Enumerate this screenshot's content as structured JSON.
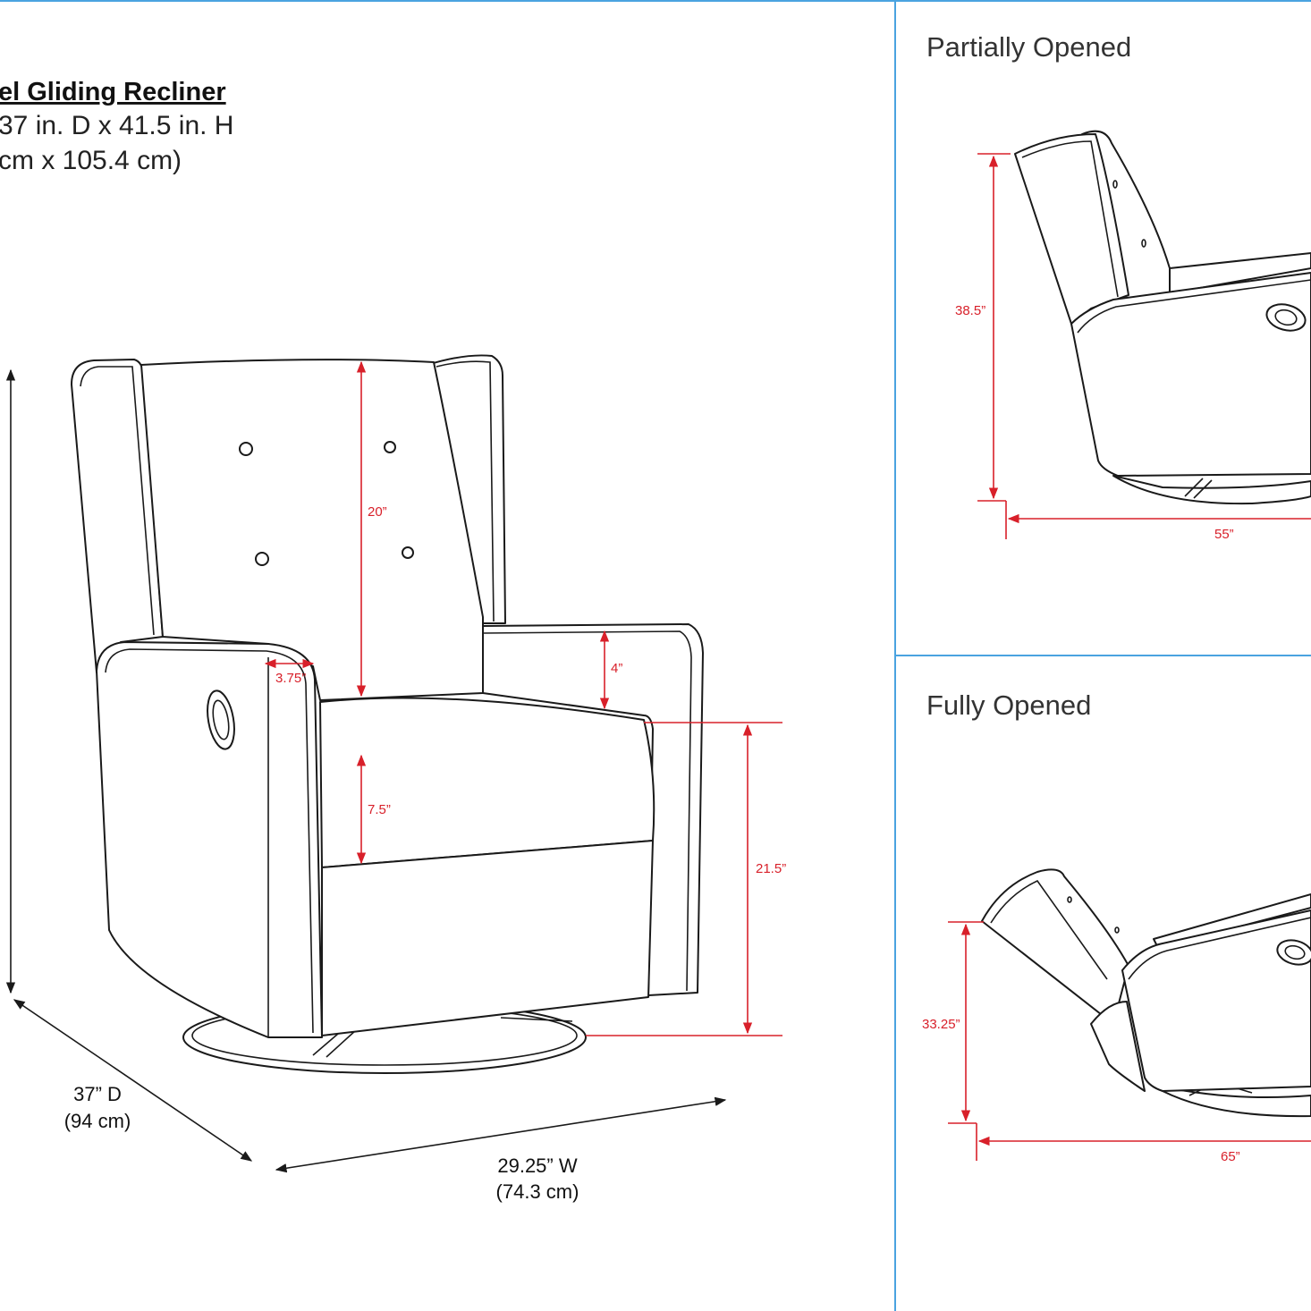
{
  "product": {
    "title": "el Gliding Recliner",
    "dims_in": "37 in. D x 41.5 in. H",
    "dims_cm": " cm x 105.4 cm)"
  },
  "main_view": {
    "back_height": "20”",
    "arm_width": "3.75”",
    "arm_above_seat": "4”",
    "seat_cushion": "7.5”",
    "seat_height": "21.5”",
    "depth": "37” D",
    "depth_cm": "(94 cm)",
    "width": "29.25” W",
    "width_cm": "(74.3 cm)"
  },
  "partial_view": {
    "title": "Partially Opened",
    "height": "38.5”",
    "length": "55”"
  },
  "full_view": {
    "title": "Fully Opened",
    "height": "33.25”",
    "length": "65”"
  },
  "colors": {
    "divider": "#4aa3e0",
    "dimension": "#d8202a"
  }
}
